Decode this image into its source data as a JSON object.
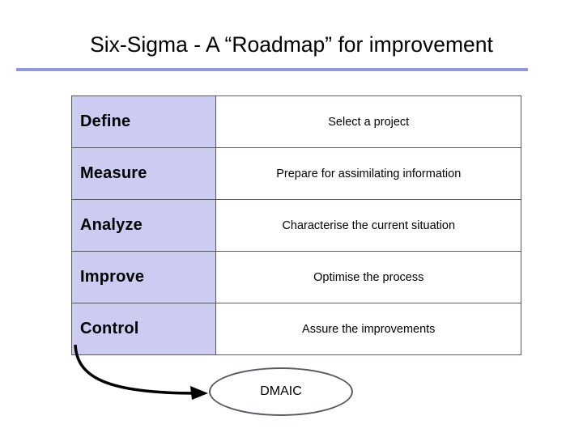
{
  "slide": {
    "title": "Six-Sigma - A “Roadmap” for improvement",
    "accent_color": "#8f9bd4",
    "phase_cell_color": "#ccccf2",
    "border_color": "#555a66",
    "table": {
      "rows": [
        {
          "phase": "Define",
          "description": "Select a project"
        },
        {
          "phase": "Measure",
          "description": "Prepare for assimilating information"
        },
        {
          "phase": "Analyze",
          "description": "Characterise the current situation"
        },
        {
          "phase": "Improve",
          "description": "Optimise the process"
        },
        {
          "phase": "Control",
          "description": "Assure the improvements"
        }
      ]
    },
    "callout": {
      "label": "DMAIC"
    }
  }
}
